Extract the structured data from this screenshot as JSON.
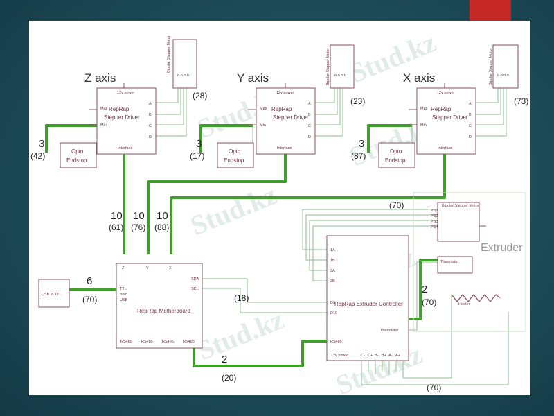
{
  "drivers": [
    {
      "axis": "Z axis",
      "title": "RepRap",
      "subtitle": "Stepper Driver",
      "power": "12v power",
      "max": "Max",
      "min": "Min",
      "interface": "Interface",
      "outputs": [
        "A",
        "B",
        "C",
        "D"
      ],
      "endstop": {
        "line1": "Opto",
        "line2": "Endstop",
        "count": "3",
        "ref": "(42)"
      },
      "motor_label": "Bipolar Stepper Motor",
      "motor_ref": "(28)"
    },
    {
      "axis": "Y axis",
      "title": "RepRap",
      "subtitle": "Stepper Driver",
      "power": "12v power",
      "max": "Max",
      "min": "Min",
      "interface": "Interface",
      "outputs": [
        "A",
        "B",
        "C",
        "D"
      ],
      "endstop": {
        "line1": "Opto",
        "line2": "Endstop",
        "count": "3",
        "ref": "(17)"
      },
      "motor_label": "Bipolar Stepper Motor",
      "motor_ref": "(23)"
    },
    {
      "axis": "X axis",
      "title": "RepRap",
      "subtitle": "Stepper Driver",
      "power": "12v power",
      "max": "Max",
      "min": "Min",
      "interface": "Interface",
      "outputs": [
        "A",
        "B",
        "C",
        "D"
      ],
      "endstop": {
        "line1": "Opto",
        "line2": "Endstop",
        "count": "3",
        "ref": "(87)"
      },
      "motor_label": "Bipolar Stepper Motor",
      "motor_ref": "(73)"
    }
  ],
  "bus_cables": [
    {
      "count": "10",
      "ref": "(61)"
    },
    {
      "count": "10",
      "ref": "(76)"
    },
    {
      "count": "10",
      "ref": "(88)"
    }
  ],
  "motherboard": {
    "title": "RepRap Motherboard",
    "ports_top": [
      "Z",
      "Y",
      "X"
    ],
    "ttl_lines": [
      "TTL",
      "from",
      "USB"
    ],
    "sda": "SDA",
    "scl": "SCL",
    "rs485": [
      "RS485",
      "RS485",
      "RS485",
      "RS485"
    ]
  },
  "usb": {
    "label": "USB to TTL",
    "count": "6",
    "ref": "(70)"
  },
  "i2c_ref": "(18)",
  "rs485_cable": {
    "count": "2",
    "ref": "(20)"
  },
  "extruder_controller": {
    "title": "RepRap Extruder Controller",
    "pins_left": [
      "1A",
      "1B",
      "2A",
      "2B",
      "D9",
      "D10",
      "RS485"
    ],
    "thermistor": "Thermistor",
    "power": "12v power",
    "pins_bottom": [
      "C-",
      "C+",
      "B-",
      "B+",
      "A-",
      "A+"
    ]
  },
  "extruder": {
    "label": "Extruder",
    "motor_label": "Bipolar Stepper Motor",
    "motor_pins": [
      "PS1",
      "PS2",
      "PS3",
      "PS4"
    ],
    "motor_ref": "(70)",
    "thermistor": "Thermistor",
    "heater": "Heater",
    "cable_count": "2",
    "cable_ref": "(70)",
    "bottom_ref": "(70)"
  },
  "watermark": "Stud.kz",
  "colors": {
    "thick_wire": "#3f9e2c",
    "thin_wire": "#8fbf8f",
    "box_outline": "#8a5060",
    "accent": "#c62828",
    "background": "#1d4b58"
  }
}
